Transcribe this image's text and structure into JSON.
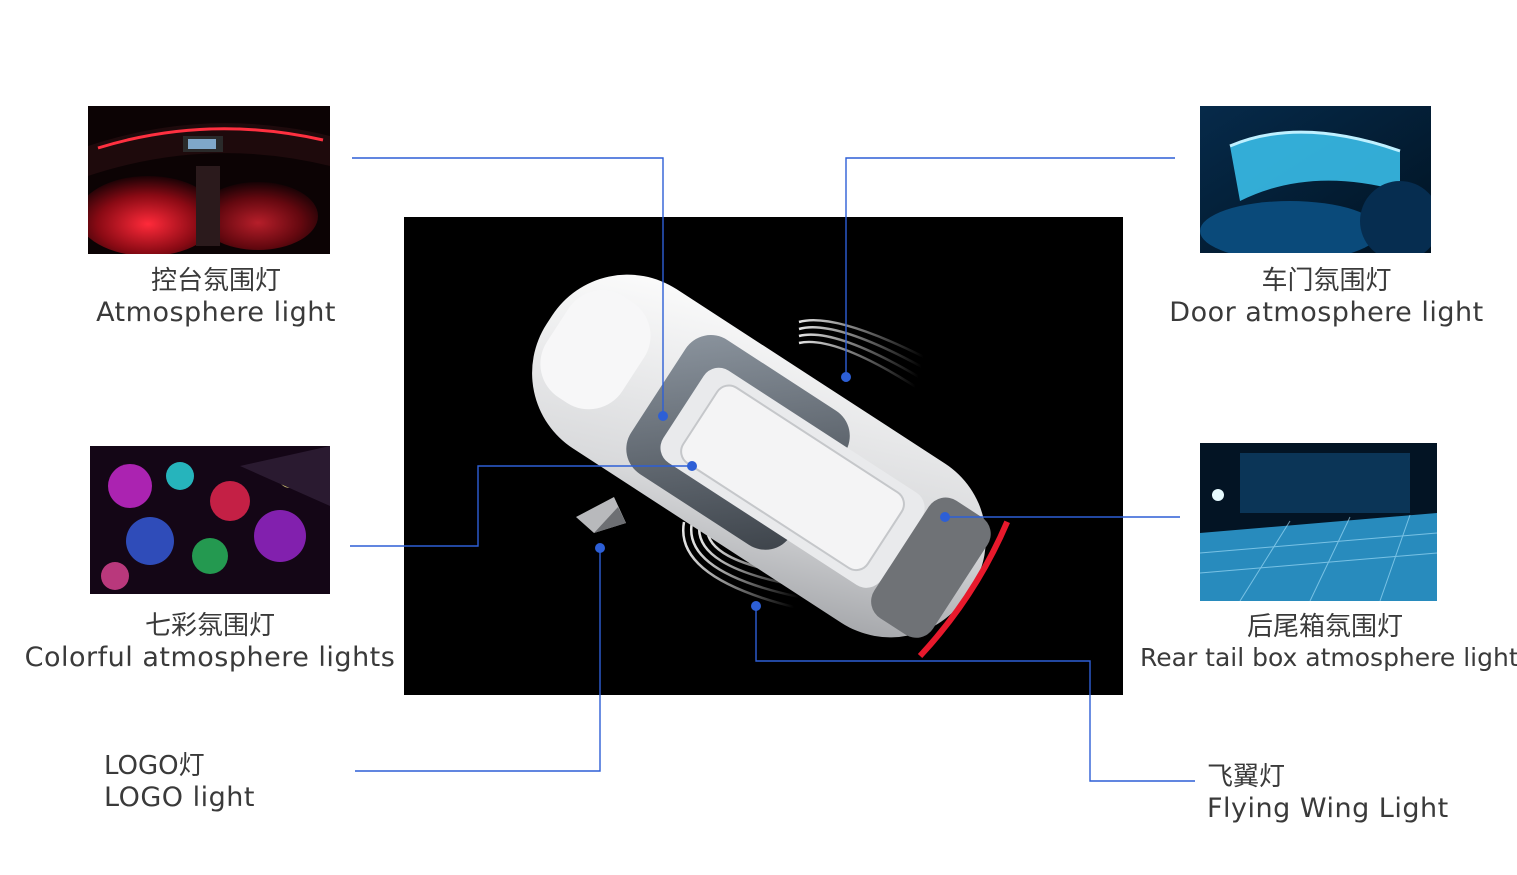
{
  "features": [
    {
      "key": "console",
      "zh": "控台氛围灯",
      "en": "Atmosphere light"
    },
    {
      "key": "door",
      "zh": "车门氛围灯",
      "en": "Door atmosphere light"
    },
    {
      "key": "colorful",
      "zh": "七彩氛围灯",
      "en": "Colorful atmosphere lights"
    },
    {
      "key": "trunk",
      "zh": "后尾箱氛围灯",
      "en": "Rear tail box atmosphere light"
    },
    {
      "key": "logo",
      "zh": "LOGO灯",
      "en": "LOGO light"
    },
    {
      "key": "wing",
      "zh": "飞翼灯",
      "en": "Flying Wing Light"
    }
  ],
  "colors": {
    "connector": "#2d5fd6",
    "dot": "#2d5fd6",
    "console_glow": "#e8192c",
    "door_glow": "#3cc6f2",
    "trunk_glow": "#36b3f0"
  }
}
